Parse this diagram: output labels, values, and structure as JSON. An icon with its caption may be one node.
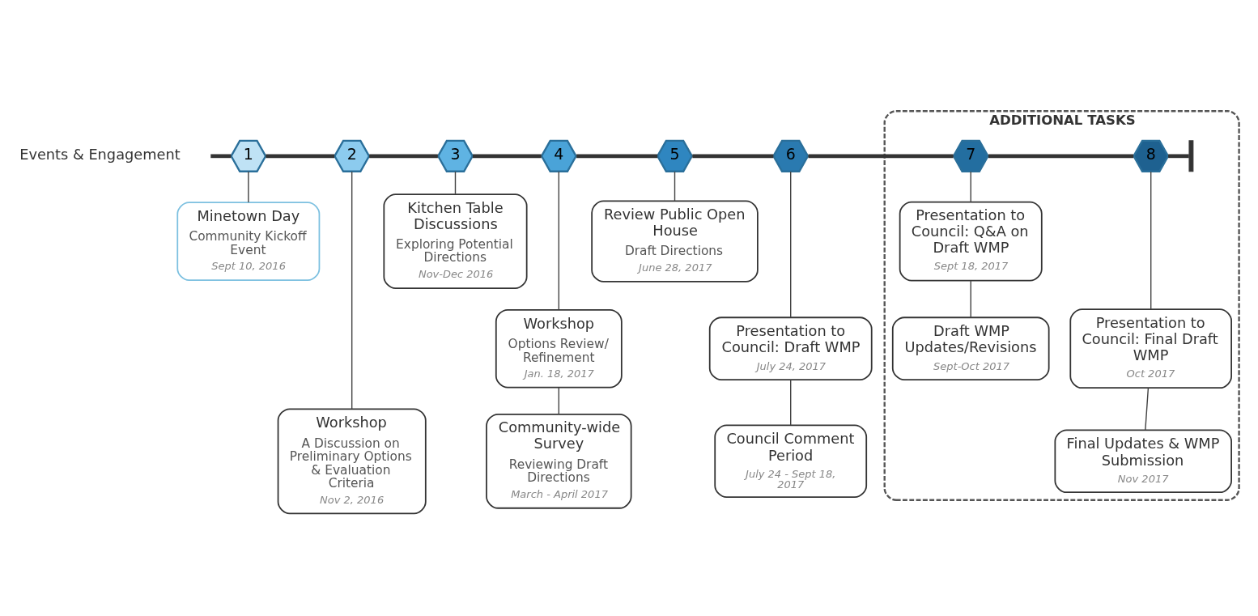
{
  "diagram": {
    "nodes": [
      {
        "text": [
          "ADDITIONAL TASKS"
        ]
      },
      {
        "text": [
          "1"
        ]
      },
      {
        "text": [
          "2"
        ]
      },
      {
        "text": [
          "3"
        ]
      },
      {
        "text": [
          "4"
        ]
      },
      {
        "text": [
          "5"
        ]
      },
      {
        "text": [
          "6"
        ]
      },
      {
        "text": [
          "7"
        ],
        "in": 0
      },
      {
        "text": [
          "8"
        ],
        "in": 0
      },
      {
        "text": [],
        "shape": "bar",
        "in": 0
      },
      {
        "text": [
          "Minetown Day",
          "Community Kickoff Event",
          "Sept 10, 2016"
        ]
      },
      {
        "text": [
          "Workshop",
          "A Discussion on Preliminary Options & Evaluation Criteria",
          "Nov 2, 2016"
        ]
      },
      {
        "text": [
          "Kitchen Table Discussions",
          "Exploring Potential Directions",
          "Nov-Dec 2016"
        ]
      },
      {
        "text": [
          "Workshop",
          "Options Review/ Refinement",
          "Jan. 18, 2017"
        ]
      },
      {
        "text": [
          "Community-wide Survey",
          "Reviewing Draft Directions",
          "March - April 2017"
        ]
      },
      {
        "text": [
          "Review Public Open House",
          "Draft Directions",
          "June 28, 2017"
        ]
      },
      {
        "text": [
          "Presentation to Council: Draft WMP",
          "July 24, 2017"
        ]
      },
      {
        "text": [
          "Council Comment Period",
          "July 24 - Sept 18, 2017"
        ]
      },
      {
        "text": [
          "Presentation to Council: Q&A on Draft WMP",
          "Sept 18, 2017"
        ],
        "in": 0
      },
      {
        "text": [
          "Draft WMP Updates/Revisions",
          "Sept-Oct 2017"
        ],
        "in": 0
      },
      {
        "text": [
          "Presentation to Council: Final Draft WMP",
          "Oct 2017"
        ],
        "in": 0
      },
      {
        "text": [
          "Final Updates & WMP Submission",
          "Nov 2017"
        ],
        "in": 0
      }
    ],
    "edges": [
      {
        "from": null,
        "to": 1,
        "arrow": "none",
        "style": "thick"
      },
      {
        "from": 1,
        "to": 2,
        "arrow": "none",
        "style": "thick"
      },
      {
        "from": 2,
        "to": 3,
        "arrow": "none",
        "style": "thick"
      },
      {
        "from": 3,
        "to": 4,
        "arrow": "none",
        "style": "thick"
      },
      {
        "from": 4,
        "to": 5,
        "arrow": "none",
        "style": "thick"
      },
      {
        "from": 5,
        "to": 6,
        "arrow": "none",
        "style": "thick"
      },
      {
        "from": 6,
        "to": 7,
        "arrow": "none",
        "style": "thick"
      },
      {
        "from": 7,
        "to": 8,
        "arrow": "none",
        "style": "thick"
      },
      {
        "from": 8,
        "to": 9,
        "arrow": "none",
        "style": "thick"
      },
      {
        "from": 1,
        "to": 10,
        "arrow": "none"
      },
      {
        "from": 2,
        "to": 11,
        "arrow": "none"
      },
      {
        "from": 3,
        "to": 12,
        "arrow": "none"
      },
      {
        "from": 4,
        "to": 13,
        "arrow": "none"
      },
      {
        "from": 13,
        "to": 14,
        "arrow": "none"
      },
      {
        "from": 5,
        "to": 15,
        "arrow": "none"
      },
      {
        "from": 6,
        "to": 16,
        "arrow": "none"
      },
      {
        "from": 16,
        "to": 17,
        "arrow": "none"
      },
      {
        "from": 7,
        "to": 18,
        "arrow": "none"
      },
      {
        "from": 18,
        "to": 19,
        "arrow": "none"
      },
      {
        "from": 8,
        "to": 20,
        "arrow": "none"
      },
      {
        "from": 20,
        "to": 21,
        "arrow": "none"
      }
    ],
    "labels": [
      "Events & Engagement"
    ]
  }
}
